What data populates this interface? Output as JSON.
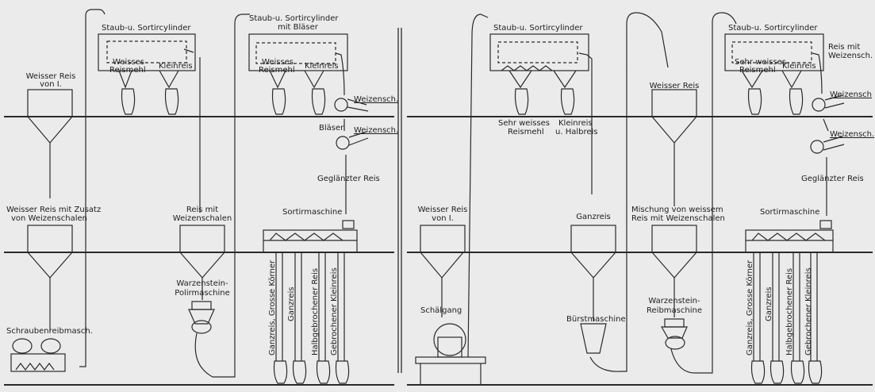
{
  "left": {
    "weisser_reis": "Weisser Reis",
    "von_i": "von I.",
    "mit_zusatz_1": "Weisser Reis mit Zusatz",
    "mit_zusatz_2": "von Weizenschalen",
    "schraubenreibmasch": "Schraubenreibmasch.",
    "staub_1": "Staub-u. Sortircylinder",
    "weisses_reismehl_1": "Weisses",
    "weisses_reismehl_2": "Reismehl",
    "kleinreis": "Kleinreis",
    "reis_mit_weizenschalen_1": "Reis mit",
    "reis_mit_weizenschalen_2": "Weizenschalen",
    "warzenstein_1": "Warzenstein-",
    "warzenstein_2": "Polirmaschine",
    "staub_2a": "Staub-u. Sortircylinder",
    "staub_2b": "mit Bläser",
    "weizensch_1": "Weizensch.",
    "blaeser": "Bläser",
    "weizensch_2": "Weizensch.",
    "geglaenzter_reis": "Geglänzter Reis",
    "sortirmaschine": "Sortirmaschine",
    "sort_1": "Ganzreis, Grosse Körner",
    "sort_2": "Ganzreis",
    "sort_3": "Halbgebrochener Reis",
    "sort_4": "Gebrochener Kleinreis"
  },
  "right": {
    "weisser_reis": "Weisser Reis",
    "von_i": "von I.",
    "schaelgang": "Schälgang",
    "staub_1": "Staub-u. Sortircylinder",
    "sehr_weisses_1": "Sehr weisses",
    "sehr_weisses_2": "Reismehl",
    "kleinreis_1": "Kleinreis",
    "kleinreis_2": "u. Halbreis",
    "ganzreis": "Ganzreis",
    "buerstmaschine": "Bürstmaschine",
    "weisser_reis_2": "Weisser Reis",
    "mischung_1": "Mischung von weissem",
    "mischung_2": "Reis mit Weizenschalen",
    "warzenstein_1": "Warzenstein-",
    "warzenstein_2": "Reibmaschine",
    "staub_2": "Staub-u. Sortircylinder",
    "sehr_weisses_3": "Sehr weisses",
    "reismehl_3": "Reismehl",
    "kleinreis_3": "Kleinreis",
    "reis_mit_1": "Reis mit",
    "reis_mit_2": "Weizensch.",
    "weizensch_1": "Weizensch",
    "weizensch_2": "Weizensch.",
    "geglaenzter_reis": "Geglänzter Reis",
    "sortirmaschine": "Sortirmaschine",
    "sort_1": "Ganzreis, Grosse Körner",
    "sort_2": "Ganzreis",
    "sort_3": "Halbgebrochener Reis",
    "sort_4": "Gebrochener Kleinreis"
  }
}
